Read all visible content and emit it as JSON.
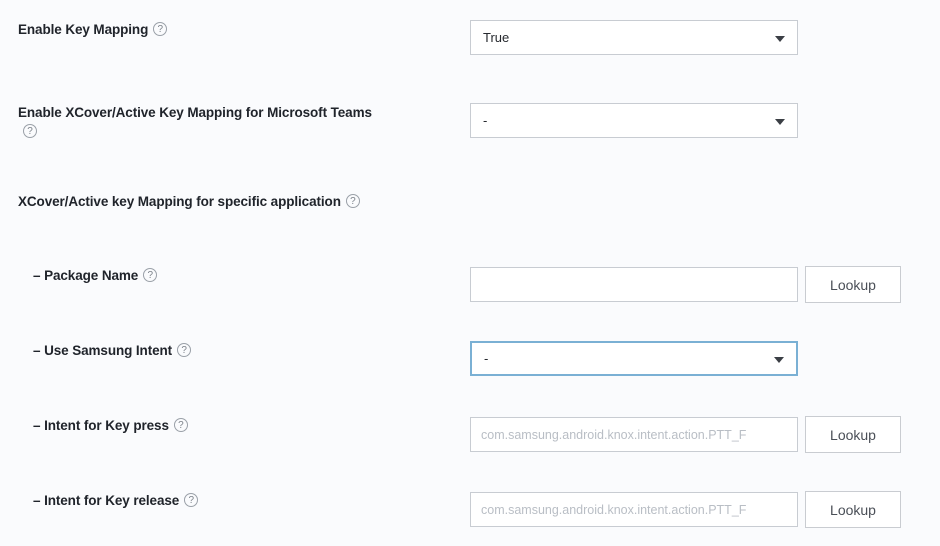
{
  "page": {
    "background": "#fafbfd",
    "focus_border_color": "#7ab0d4",
    "border_color": "#c8ccd2"
  },
  "icons": {
    "help": "help-circle-icon",
    "caret": "chevron-down-icon"
  },
  "rows": [
    {
      "label": "Enable Key Mapping",
      "dash": "",
      "control": "select",
      "value": "True",
      "focused": false
    },
    {
      "label": "Enable XCover/Active Key Mapping for Microsoft Teams",
      "dash": "",
      "control": "select",
      "value": "-",
      "focused": false
    },
    {
      "label": "XCover/Active key Mapping for specific application",
      "dash": "",
      "control": "none",
      "value": "",
      "focused": false
    },
    {
      "label": "Package Name",
      "dash": "–",
      "control": "input-lookup",
      "value": "",
      "placeholder": "",
      "button": "Lookup",
      "focused": false
    },
    {
      "label": "Use Samsung Intent",
      "dash": "–",
      "control": "select",
      "value": "-",
      "focused": true
    },
    {
      "label": "Intent for Key press",
      "dash": "–",
      "control": "input-lookup",
      "value": "",
      "placeholder": "com.samsung.android.knox.intent.action.PTT_F",
      "button": "Lookup",
      "focused": false
    },
    {
      "label": "Intent for Key release",
      "dash": "–",
      "control": "input-lookup",
      "value": "",
      "placeholder": "com.samsung.android.knox.intent.action.PTT_F",
      "button": "Lookup",
      "focused": false
    }
  ]
}
